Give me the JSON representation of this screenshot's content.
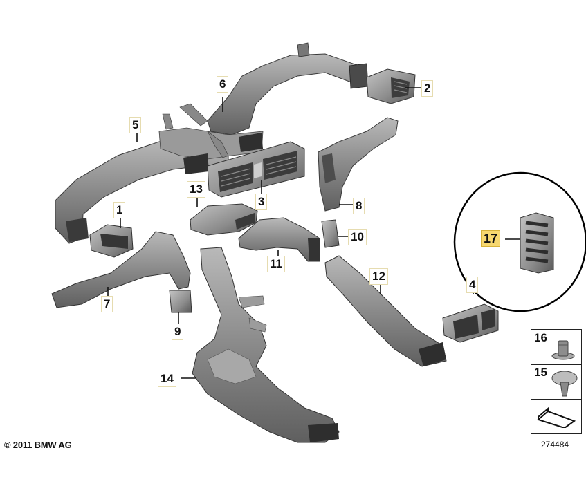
{
  "callouts": {
    "c1": "1",
    "c2": "2",
    "c3": "3",
    "c4": "4",
    "c5": "5",
    "c6": "6",
    "c7": "7",
    "c8": "8",
    "c9": "9",
    "c10": "10",
    "c11": "11",
    "c12": "12",
    "c13": "13",
    "c14": "14",
    "c15": "15",
    "c16": "16",
    "c17": "17"
  },
  "footer": {
    "copyright": "© 2011 BMW AG",
    "diagram_number": "274484"
  },
  "colors": {
    "part_fill": "#8f8f8f",
    "part_dark": "#5e5e5e",
    "part_light": "#bdbdbd",
    "highlight": "#f7d870",
    "circle": "#000000"
  }
}
